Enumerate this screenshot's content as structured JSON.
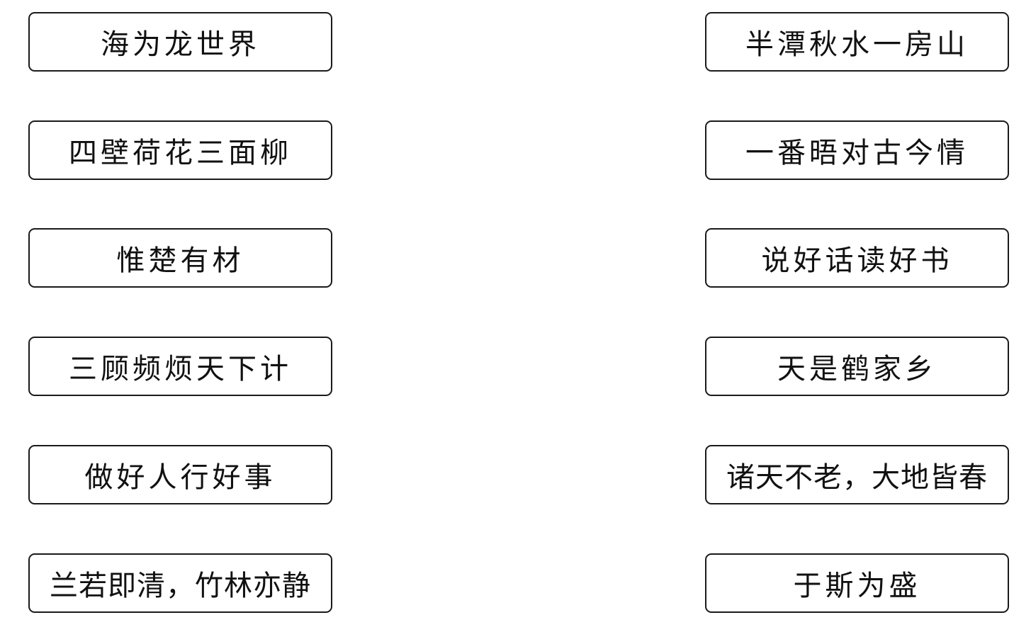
{
  "left_column": [
    "海为龙世界",
    "四壁荷花三面柳",
    "惟楚有材",
    "三顾频烦天下计",
    "做好人行好事",
    "兰若即清，竹林亦静"
  ],
  "right_column": [
    "半潭秋水一房山",
    "一番晤对古今情",
    "说好话读好书",
    "天是鹤家乡",
    "诸天不老，大地皆春",
    "于斯为盛"
  ]
}
